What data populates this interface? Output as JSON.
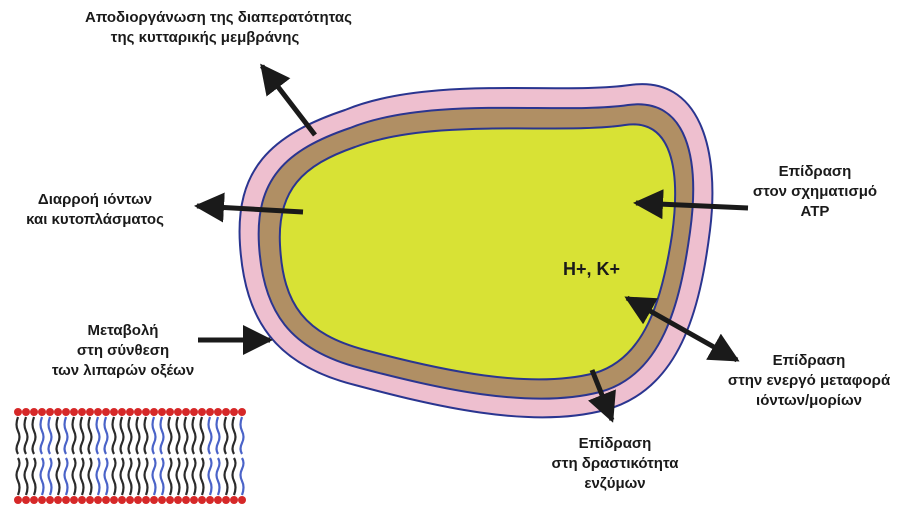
{
  "diagram": {
    "labels": {
      "permeability": [
        "Αποδιοργάνωση της διαπερατότητας",
        "της κυτταρικής μεμβράνης"
      ],
      "leakage": [
        "Διαρροή ιόντων",
        "και κυτοπλάσματος"
      ],
      "fatty_acids": [
        "Μεταβολή",
        "στη σύνθεση",
        "των λιπαρών οξέων"
      ],
      "atp": [
        "Επίδραση",
        "στον σχηματισμό",
        "ATP"
      ],
      "transport": [
        "Επίδραση",
        "στην ενεργό μεταφορά",
        "ιόντων/μορίων"
      ],
      "enzymes": [
        "Επίδραση",
        "στη δραστικότητα",
        "ενζύμων"
      ]
    },
    "ions_label": "H+, K+",
    "colors": {
      "outer_membrane": "#eebfcf",
      "middle_layer": "#b08f64",
      "cytoplasm": "#d8e235",
      "outline": "#2a3590",
      "arrow": "#1a1a1a",
      "lipid_head": "#d62828",
      "lipid_tail_dark": "#2b2b2b",
      "lipid_tail_blue": "#4a63c8"
    },
    "icons": [
      "arrow",
      "double-arrow",
      "lipid-bilayer-icon"
    ]
  }
}
